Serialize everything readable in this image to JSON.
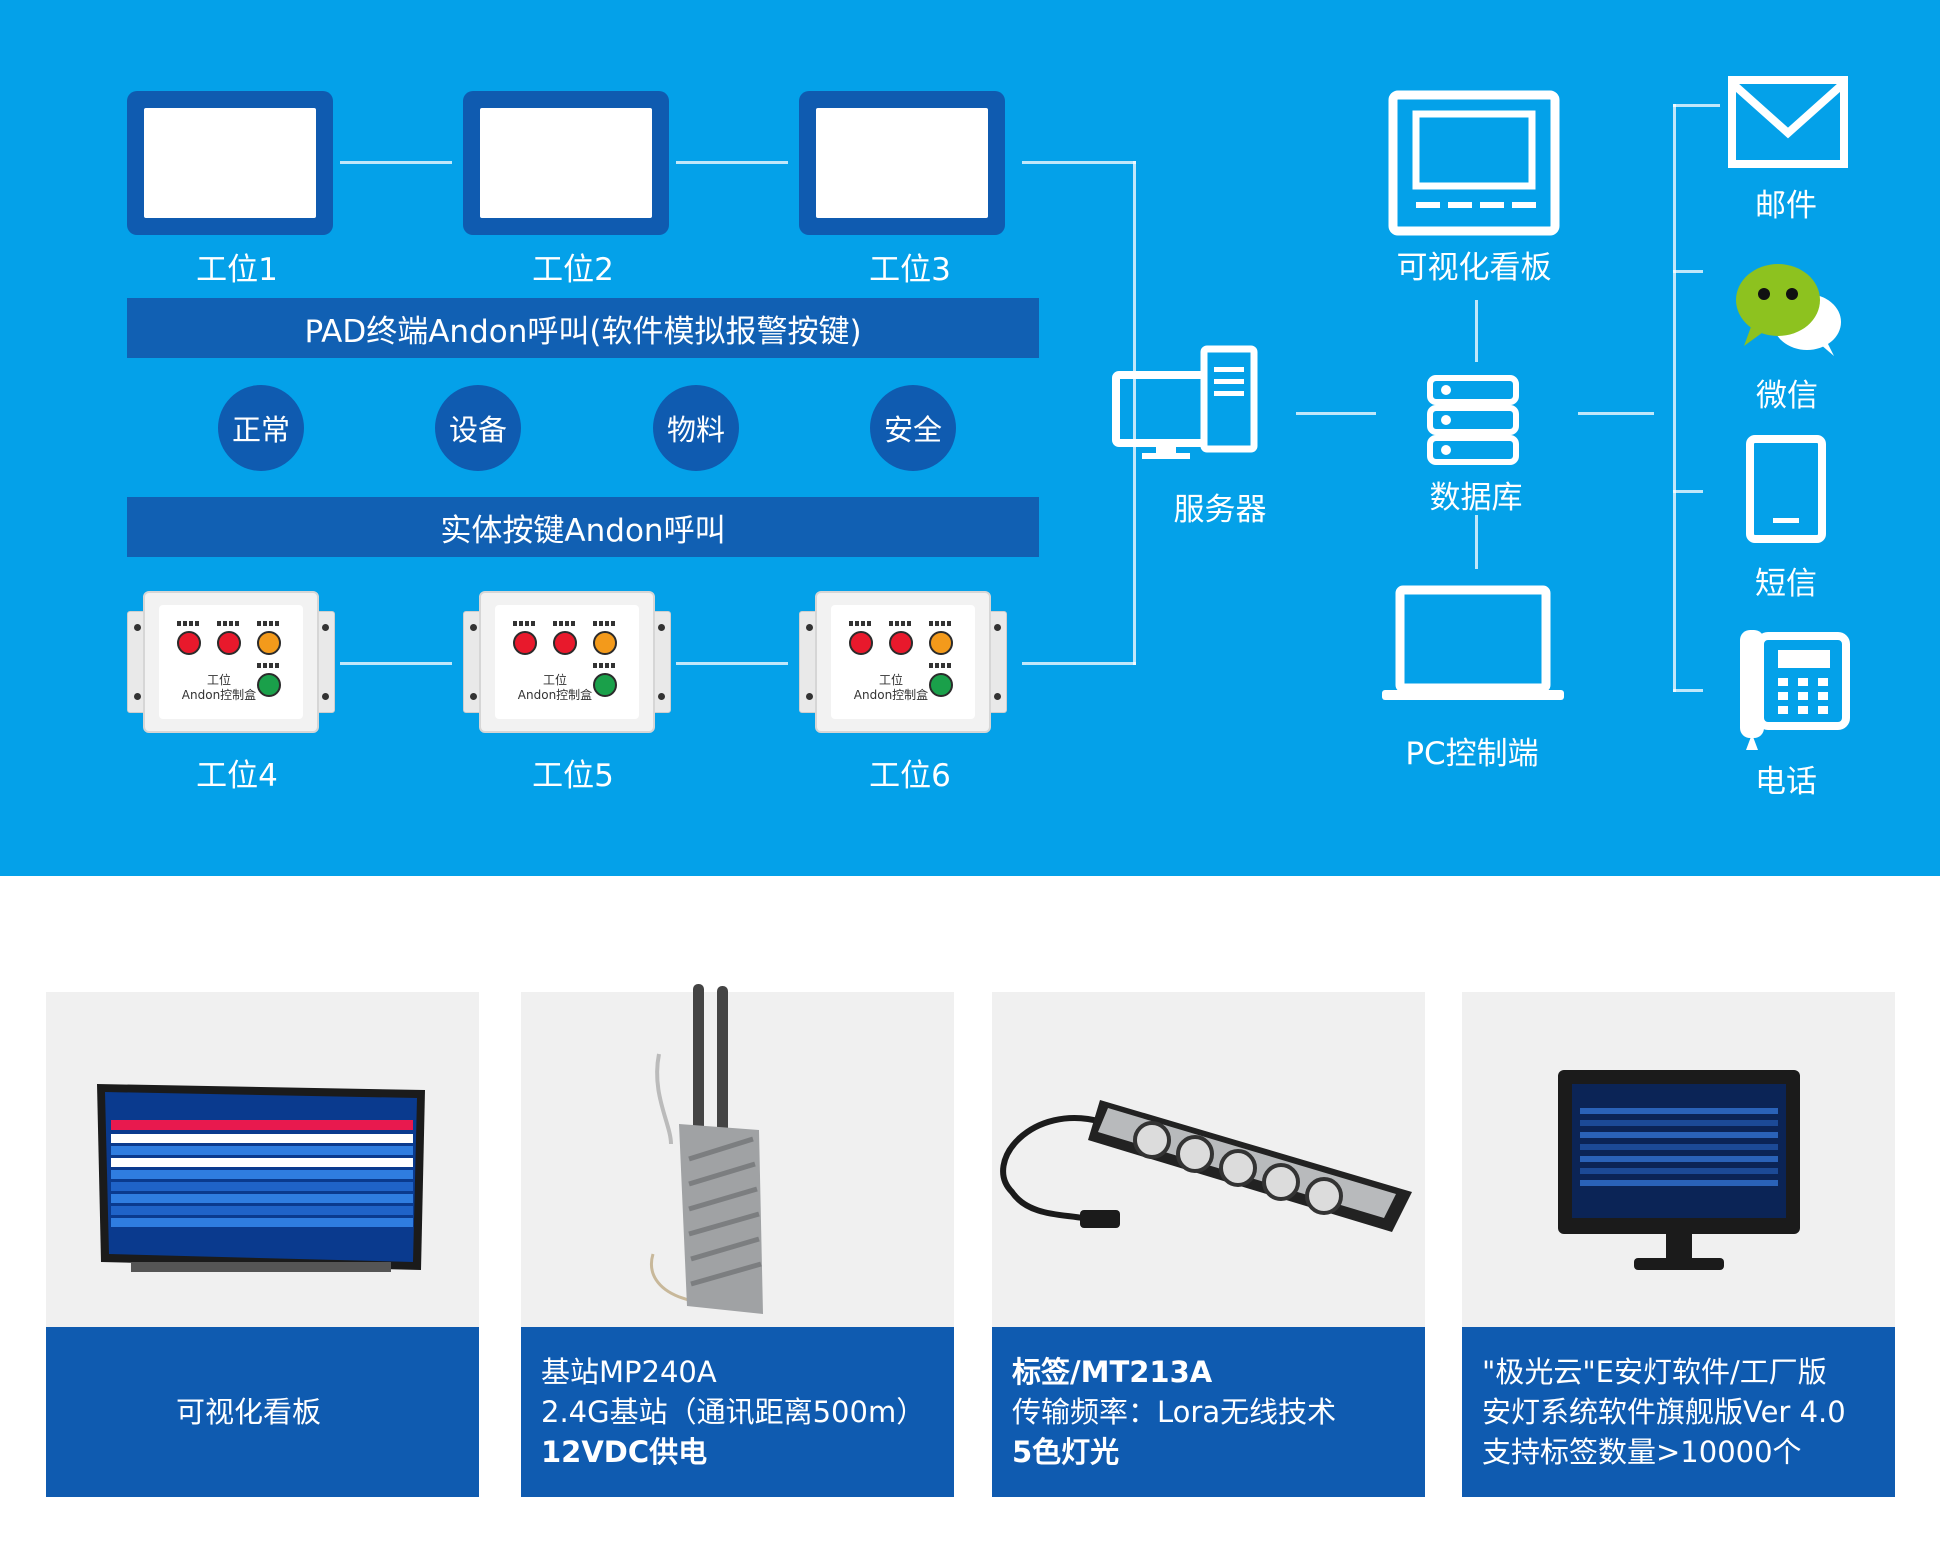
{
  "diagram": {
    "pad_stations": [
      "工位1",
      "工位2",
      "工位3"
    ],
    "pad_band": "PAD终端Andon呼叫(软件模拟报警按键)",
    "status_buttons": [
      "正常",
      "设备",
      "物料",
      "安全"
    ],
    "physical_band": "实体按键Andon呼叫",
    "box_stations": [
      "工位4",
      "工位5",
      "工位6"
    ],
    "box_face_line1": "工位",
    "box_face_line2": "Andon控制盒",
    "server": "服务器",
    "database": "数据库",
    "board": "可视化看板",
    "pc": "PC控制端",
    "notify": [
      "邮件",
      "微信",
      "短信",
      "电话"
    ]
  },
  "products": [
    {
      "lines": [
        "可视化看板"
      ]
    },
    {
      "lines": [
        "基站MP240A",
        "2.4G基站（通讯距离500m）",
        "12VDC供电"
      ]
    },
    {
      "lines": [
        "标签/MT213A",
        "传输频率：Lora无线技术",
        "5色灯光"
      ]
    },
    {
      "lines": [
        "\"极光云\"E安灯软件/工厂版",
        "安灯系统软件旗舰版Ver 4.0",
        "支持标签数量>10000个"
      ]
    }
  ],
  "colors": {
    "background": "#04a1e9",
    "band": "#1160b3",
    "red": "#e8192c",
    "orange": "#f39a1b",
    "green": "#1aa04a"
  }
}
